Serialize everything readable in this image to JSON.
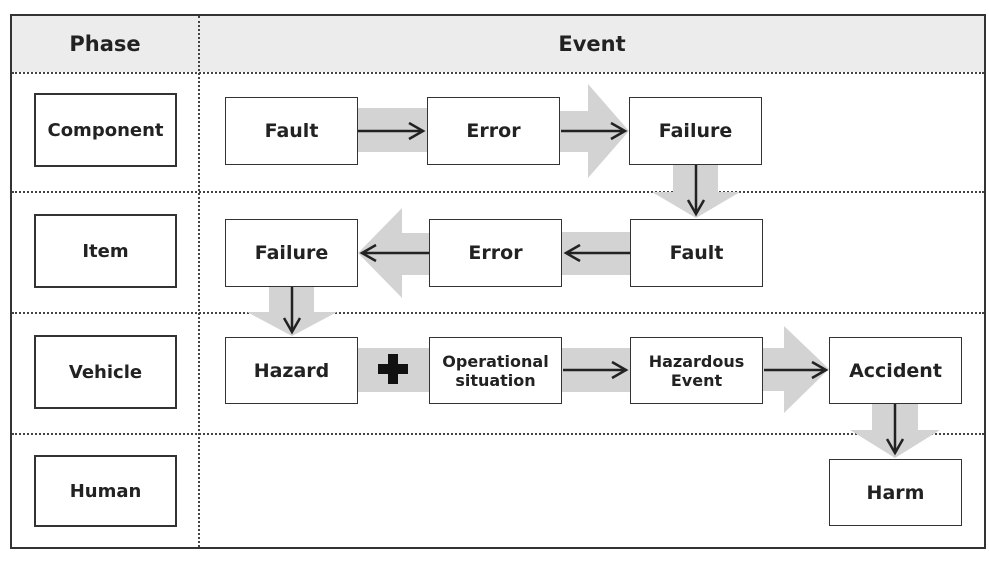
{
  "header": {
    "phase": "Phase",
    "event": "Event"
  },
  "phases": {
    "component": "Component",
    "item": "Item",
    "vehicle": "Vehicle",
    "human": "Human"
  },
  "events": {
    "component": {
      "fault": "Fault",
      "error": "Error",
      "failure": "Failure"
    },
    "item": {
      "failure": "Failure",
      "error": "Error",
      "fault": "Fault"
    },
    "vehicle": {
      "hazard": "Hazard",
      "plus": "+",
      "operational_line1": "Operational",
      "operational_line2": "situation",
      "hazardous_line1": "Hazardous",
      "hazardous_line2": "Event",
      "accident": "Accident"
    },
    "human": {
      "harm": "Harm"
    }
  },
  "colors": {
    "thick_arrow": "#d3d3d3",
    "thin_arrow": "#222222",
    "header_bg": "#ececec"
  }
}
